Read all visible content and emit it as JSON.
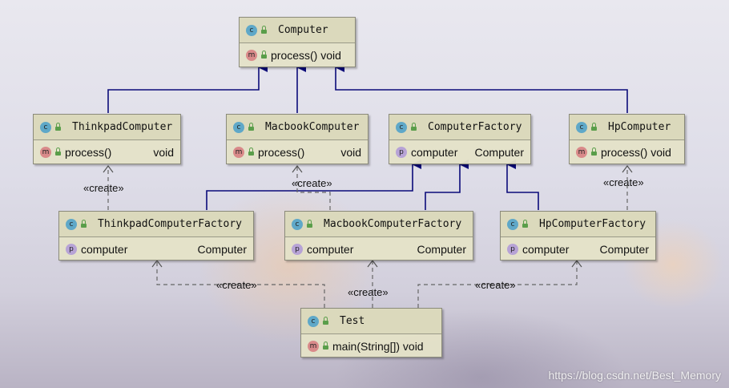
{
  "classes": {
    "computer": {
      "name": "Computer",
      "method": "process() void"
    },
    "thinkpad": {
      "name": "ThinkpadComputer",
      "method": "process()",
      "method_type": "void"
    },
    "macbook": {
      "name": "MacbookComputer",
      "method": "process()",
      "method_type": "void"
    },
    "computer_factory": {
      "name": "ComputerFactory",
      "field": "computer",
      "field_type": "Computer"
    },
    "hp": {
      "name": "HpComputer",
      "method": "process() void"
    },
    "thinkpad_factory": {
      "name": "ThinkpadComputerFactory",
      "field": "computer",
      "field_type": "Computer"
    },
    "macbook_factory": {
      "name": "MacbookComputerFactory",
      "field": "computer",
      "field_type": "Computer"
    },
    "hp_factory": {
      "name": "HpComputerFactory",
      "field": "computer",
      "field_type": "Computer"
    },
    "test": {
      "name": "Test",
      "method": "main(String[]) void"
    }
  },
  "badges": {
    "class": "c",
    "method": "m",
    "field": "p"
  },
  "edge_labels": {
    "create_thinkpad": "«create»",
    "create_macbook": "«create»",
    "create_hp": "«create»",
    "create_test_thinkpad": "«create»",
    "create_test_macbook": "«create»",
    "create_test_hp": "«create»"
  },
  "colors": {
    "inheritance": "#0b0b7a",
    "dependency": "#666666"
  },
  "watermark": "https://blog.csdn.net/Best_Memory"
}
